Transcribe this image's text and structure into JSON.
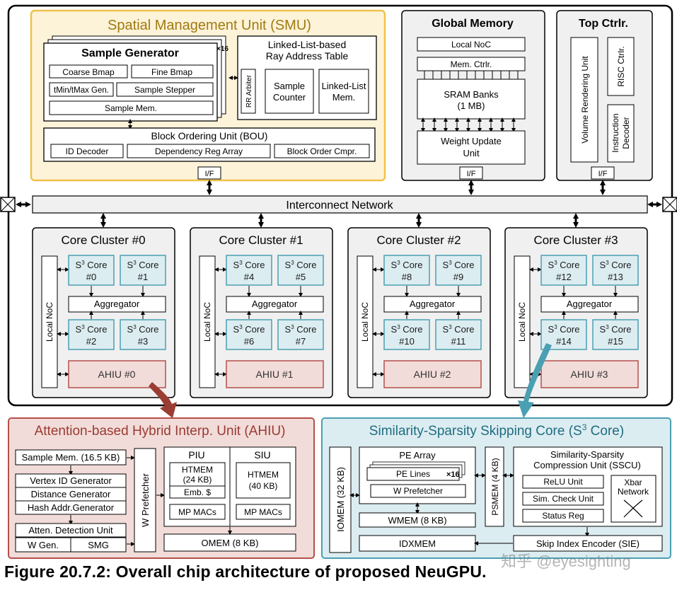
{
  "colors": {
    "smu_fill": "#fdf3d9",
    "smu_border": "#f0c24a",
    "smu_title": "#a07a10",
    "ahiu_fill": "#f2dcd9",
    "ahiu_border": "#b5504a",
    "ahiu_title": "#9a3a33",
    "core_fill": "#dcedf1",
    "core_border": "#4b9fb3",
    "core_title": "#1f6c80",
    "cluster_fill": "#f0f0f0",
    "gray_fill": "#f0f0f0",
    "ahiu_arrow": "#9a3d33",
    "core_arrow": "#4b9fb3"
  },
  "smu": {
    "title": "Spatial Management Unit (SMU)",
    "sample_generator": {
      "title": "Sample Generator",
      "multiplier": "×16",
      "coarse_bmap": "Coarse Bmap",
      "fine_bmap": "Fine Bmap",
      "tmin_tmax_gen": "tMin/tMax Gen.",
      "sample_stepper": "Sample Stepper",
      "sample_mem": "Sample Mem."
    },
    "ray_table": {
      "title_line1": "Linked-List-based",
      "title_line2": "Ray Address Table",
      "rr_arbiter": "RR Arbiter",
      "sample_counter_line1": "Sample",
      "sample_counter_line2": "Counter",
      "linked_list_mem_line1": "Linked-List",
      "linked_list_mem_line2": "Mem."
    },
    "bou": {
      "title": "Block Ordering Unit (BOU)",
      "id_decoder": "ID Decoder",
      "dependency_reg_array": "Dependency Reg Array",
      "block_order_cmpr": "Block Order Cmpr."
    },
    "interface": "I/F"
  },
  "global_memory": {
    "title": "Global Memory",
    "local_noc": "Local NoC",
    "mem_ctrlr": "Mem. Ctrlr.",
    "sram_line1": "SRAM Banks",
    "sram_line2": "(1 MB)",
    "weight_update_line1": "Weight Update",
    "weight_update_line2": "Unit",
    "interface": "I/F"
  },
  "top_ctrlr": {
    "title": "Top Ctrlr.",
    "volume_rendering_unit": "Volume Rendering Unit",
    "risc_ctrlr": "RISC Ctrlr.",
    "instruction_line1": "Instruction",
    "instruction_line2": "Decoder",
    "interface": "I/F"
  },
  "interconnect": "Interconnect Network",
  "clusters": [
    {
      "title": "Core Cluster #0",
      "local_noc": "Local NoC",
      "aggregator": "Aggregator",
      "ahiu": "AHIU #0",
      "cores": [
        "#0",
        "#1",
        "#2",
        "#3"
      ]
    },
    {
      "title": "Core Cluster #1",
      "local_noc": "Local NoC",
      "aggregator": "Aggregator",
      "ahiu": "AHIU #1",
      "cores": [
        "#4",
        "#5",
        "#6",
        "#7"
      ]
    },
    {
      "title": "Core Cluster #2",
      "local_noc": "Local NoC",
      "aggregator": "Aggregator",
      "ahiu": "AHIU #2",
      "cores": [
        "#8",
        "#9",
        "#10",
        "#11"
      ]
    },
    {
      "title": "Core Cluster #3",
      "local_noc": "Local NoC",
      "aggregator": "Aggregator",
      "ahiu": "AHIU #3",
      "cores": [
        "#12",
        "#13",
        "#14",
        "#15"
      ]
    }
  ],
  "core_label": {
    "s": "S",
    "sup": "3",
    "rest": " Core"
  },
  "ahiu_detail": {
    "title": "Attention-based Hybrid Interp. Unit (AHIU)",
    "sample_mem": "Sample Mem. (16.5 KB)",
    "vertex_id_gen": "Vertex ID Generator",
    "distance_gen": "Distance Generator",
    "hash_addr_gen": "Hash Addr.Generator",
    "atten_detection": "Atten. Detection Unit",
    "w_gen": "W Gen.",
    "smg": "SMG",
    "w_prefetcher": "W Prefetcher",
    "piu": {
      "title": "PIU",
      "htmem_line1": "HTMEM",
      "htmem_line2": "(24 KB)",
      "emb": "Emb. $",
      "mp_macs": "MP MACs"
    },
    "siu": {
      "title": "SIU",
      "htmem_line1": "HTMEM",
      "htmem_line2": "(40 KB)",
      "mp_macs": "MP MACs"
    },
    "omem": "OMEM (8 KB)"
  },
  "core_detail": {
    "title_prefix": "Similarity-Sparsity Skipping Core (S",
    "title_sup": "3",
    "title_suffix": " Core)",
    "iomem": "IOMEM (32 KB)",
    "pe_array": "PE Array",
    "pe_lines": "PE Lines",
    "pe_multiplier": "×16",
    "w_prefetcher": "W Prefetcher",
    "wmem": "WMEM (8 KB)",
    "idxmem": "IDXMEM",
    "psmem": "PSMEM (4 KB)",
    "sscu_line1": "Similarity-Sparsity",
    "sscu_line2": "Compression Unit (SSCU)",
    "relu_unit": "ReLU Unit",
    "sim_check_unit": "Sim. Check Unit",
    "status_reg": "Status Reg",
    "xbar_line1": "Xbar",
    "xbar_line2": "Network",
    "sie": "Skip Index Encoder (SIE)"
  },
  "caption": "Figure 20.7.2: Overall chip architecture of proposed NeuGPU.",
  "watermark": "知乎 @eyesighting"
}
